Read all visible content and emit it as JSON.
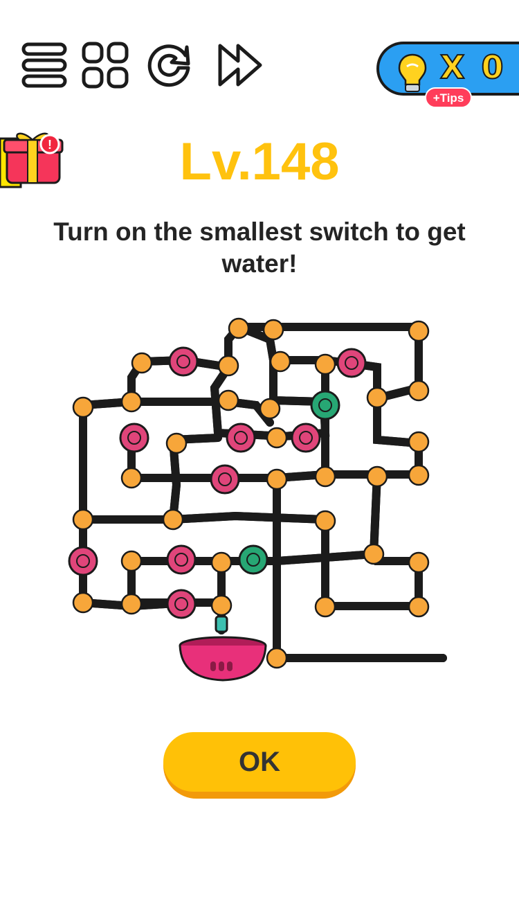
{
  "toolbar": {
    "menu_icon": "menu-icon",
    "levels_icon": "grid-icon",
    "restart_icon": "restart-icon",
    "skip_icon": "skip-icon"
  },
  "tips": {
    "count_text": "X 0",
    "badge_label": "+Tips",
    "icon": "lightbulb-icon"
  },
  "gift": {
    "icon": "gift-icon",
    "badge": "!"
  },
  "level": {
    "label": "Lv.148"
  },
  "prompt": {
    "text": "Turn on the smallest switch to get water!"
  },
  "puzzle": {
    "switches": [
      {
        "id": "s1",
        "color": "red"
      },
      {
        "id": "s2",
        "color": "red"
      },
      {
        "id": "s3",
        "color": "green"
      },
      {
        "id": "s4",
        "color": "red"
      },
      {
        "id": "s5",
        "color": "red"
      },
      {
        "id": "s6",
        "color": "red"
      },
      {
        "id": "s7",
        "color": "red"
      },
      {
        "id": "s8",
        "color": "red"
      },
      {
        "id": "s9",
        "color": "red"
      },
      {
        "id": "s10",
        "color": "green"
      },
      {
        "id": "s11",
        "color": "red"
      }
    ],
    "colors": {
      "pipe": "#3cc0b0",
      "joint": "#f7a63a",
      "red_switch": "#e0457a",
      "green_switch": "#27a774",
      "bowl": "#e8307a"
    }
  },
  "ok_button": {
    "label": "OK"
  },
  "colors": {
    "accent": "#ffc20e",
    "tips_blue": "#2b9ff2",
    "badge_red": "#ff3d5a"
  }
}
